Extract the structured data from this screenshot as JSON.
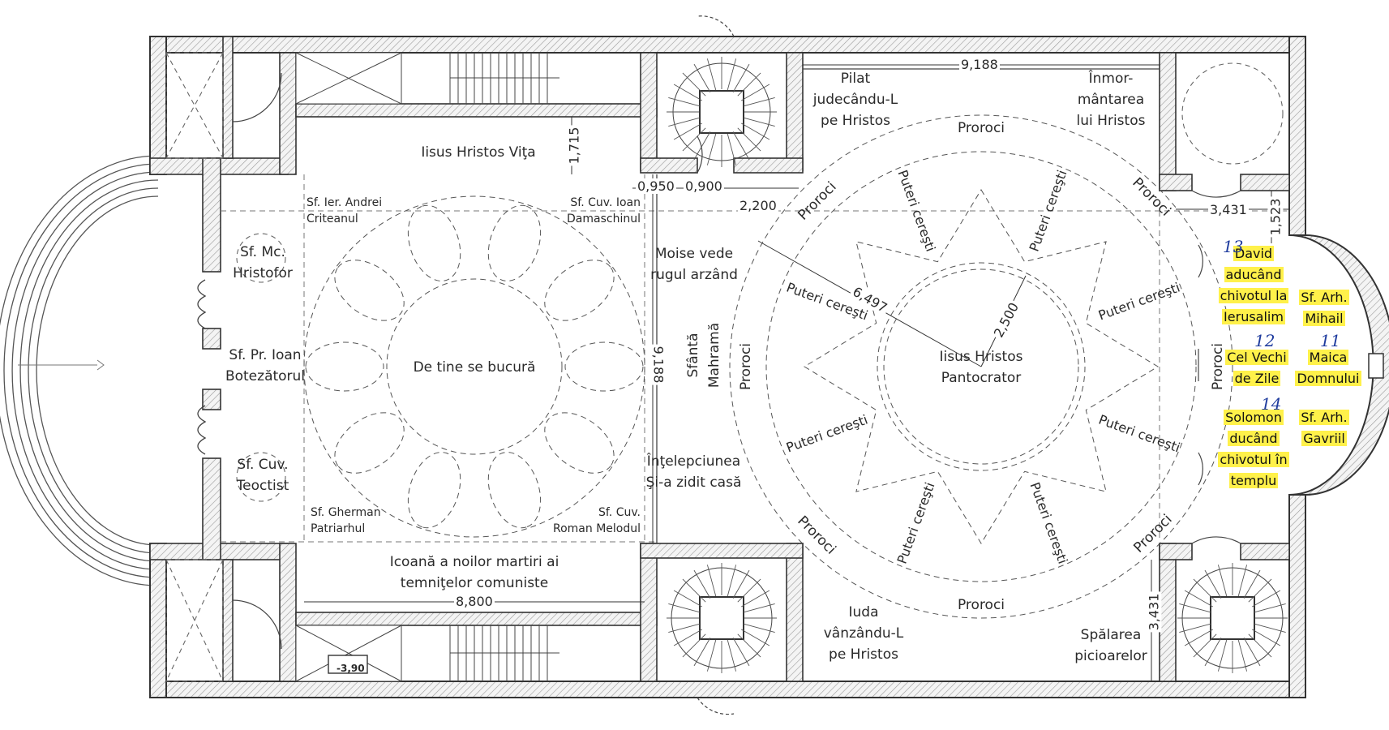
{
  "labels": {
    "pilat": "Pilat\njudecându-L\npe Hristos",
    "inmormantarea": "Înmor-\nmântarea\nlui Hristos",
    "iisus_vita": "Iisus Hristos Viţa",
    "andrei": "Sf. Ier. Andrei\nCriteanul",
    "damaschin": "Sf. Cuv. Ioan\nDamaschinul",
    "hristofor": "Sf. Mc.\nHristofor",
    "ioan_botezatorul": "Sf. Pr. Ioan\nBotezătorul",
    "teoctist": "Sf. Cuv.\nTeoctist",
    "de_tine": "De tine se bucură",
    "gherman": "Sf. Gherman\nPatriarhul",
    "roman": "Sf. Cuv.\nRoman Melodul",
    "moise": "Moise vede\nrugul arzând",
    "sfanta_mahrama": "Sfântă\nMahramă",
    "intelepciunea": "Înţelepciunea\nŞi-a zidit casă",
    "icoana_martiri": "Icoană a noilor martiri ai\ntemniţelor comuniste",
    "iuda": "Iuda\nvânzându-L\npe Hristos",
    "spalarea": "Spălarea\npicioarelor",
    "pantocrator": "Iisus Hristos\nPantocrator",
    "proroci": "Proroci",
    "puteri": "Puteri cereşti"
  },
  "dimensions": {
    "d9188_top": "9,188",
    "d1715": "1,715",
    "d0950": "0,950",
    "d0900": "0,900",
    "d2200": "2,200",
    "d3431_top": "3,431",
    "d1523": "1,523",
    "d6497": "6,497",
    "d2500": "2,500",
    "d9188_mid": "9,188",
    "d8800": "8,800",
    "d3431_bottom": "3,431",
    "level": "-3,90"
  },
  "apse": {
    "david": [
      "David",
      "aducând",
      "chivotul la",
      "Ierusalim"
    ],
    "mihail": [
      "Sf. Arh.",
      "Mihail"
    ],
    "cel_vechi": [
      "Cel Vechi",
      "de Zile"
    ],
    "maica": [
      "Maica",
      "Domnului"
    ],
    "solomon": [
      "Solomon",
      "ducând",
      "chivotul în",
      "templu"
    ],
    "gavriil": [
      "Sf. Arh.",
      "Gavriil"
    ],
    "highlight_color": "#fff14a"
  },
  "handwritten": {
    "n13": "13",
    "n12": "12",
    "n11": "11",
    "n14": "14"
  }
}
